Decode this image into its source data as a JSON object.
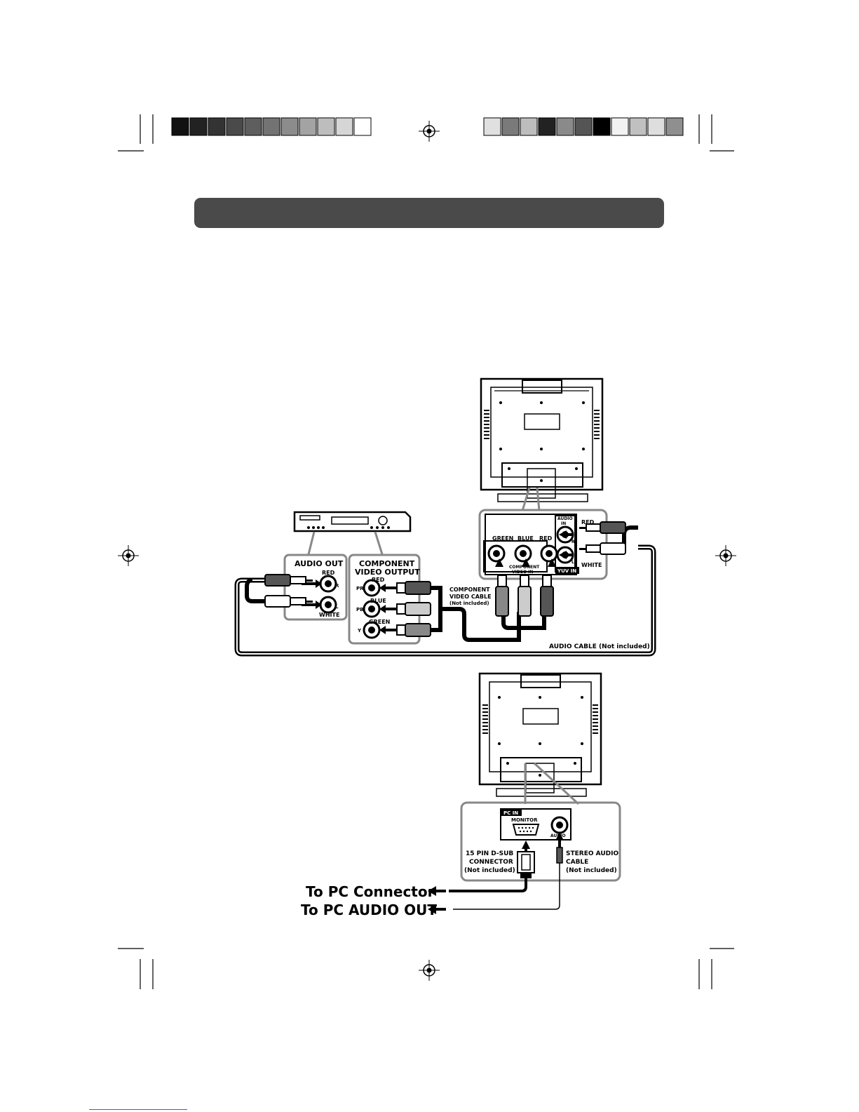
{
  "colors": {
    "header_bar": "#4a4a4a",
    "swatches_left": [
      "#111111",
      "#222222",
      "#333333",
      "#4a4a4a",
      "#5e5e5e",
      "#737373",
      "#8c8c8c",
      "#a3a3a3",
      "#bdbdbd",
      "#d6d6d6",
      "#ffffff"
    ],
    "swatches_right": [
      "#e0e0e0",
      "#7a7a7a",
      "#bdbdbd",
      "#222222",
      "#8a8a8a",
      "#555555",
      "#000000",
      "#f2f2f2",
      "#c0c0c0",
      "#dedede",
      "#8f8f8f"
    ]
  },
  "icons": {
    "registration": "registration-mark-icon",
    "crop": "crop-mark-icon"
  },
  "component": {
    "audio_out_title": "AUDIO OUT",
    "audio_out_red": "RED",
    "audio_out_white": "WHITE",
    "r": "R",
    "l": "L",
    "video_out_title_1": "COMPONENT",
    "video_out_title_2": "VIDEO OUTPUT",
    "pr_red": "RED",
    "pb_blue": "BLUE",
    "y_green": "GREEN",
    "pr": "PR",
    "pb": "PB",
    "y": "Y",
    "cable_1": "COMPONENT",
    "cable_2": "VIDEO CABLE",
    "cable_3": "(Not included)",
    "tv_green": "GREEN",
    "tv_blue": "BLUE",
    "tv_red": "RED",
    "tv_comp_1": "COMPONENT",
    "tv_comp_2": "VIDEO IN",
    "audio_in_1": "AUDIO",
    "audio_in_2": "IN",
    "yuv_in": "YUV IN",
    "tv_red_label": "RED",
    "tv_white_label": "WHITE",
    "audio_cable": "AUDIO CABLE (Not included)"
  },
  "pc": {
    "pc_in": "PC IN",
    "monitor": "MONITOR",
    "audio": "AUDIO",
    "dsub_1": "15 PIN D-SUB",
    "dsub_2": "CONNECTOR",
    "dsub_3": "(Not included)",
    "stereo_1": "STEREO AUDIO",
    "stereo_2": "CABLE",
    "stereo_3": "(Not included)",
    "to_pc_connector": "To PC Connector",
    "to_pc_audio_out": "To PC AUDIO OUT"
  }
}
